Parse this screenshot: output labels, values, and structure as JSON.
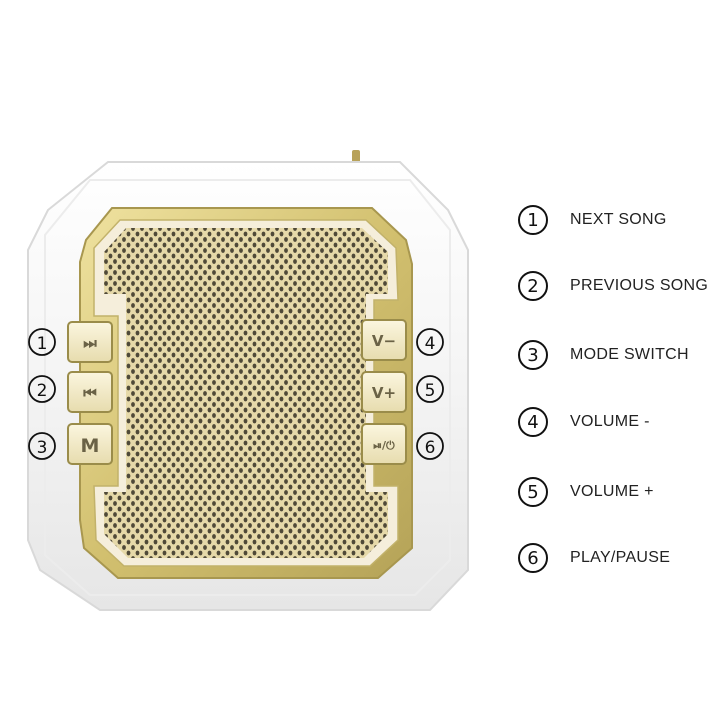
{
  "device": {
    "buttons_left": [
      {
        "number": "1",
        "label": "⏭",
        "icon": "next-track-icon"
      },
      {
        "number": "2",
        "label": "⏮",
        "icon": "previous-track-icon"
      },
      {
        "number": "3",
        "label": "M",
        "icon": "mode-icon"
      }
    ],
    "buttons_right": [
      {
        "number": "4",
        "label": "V−",
        "icon": "volume-down-icon"
      },
      {
        "number": "5",
        "label": "V+",
        "icon": "volume-up-icon"
      },
      {
        "number": "6",
        "label": "⏯/⏻",
        "icon": "play-pause-power-icon"
      }
    ]
  },
  "legend": [
    {
      "number": "1",
      "text": "NEXT SONG"
    },
    {
      "number": "2",
      "text": "PREVIOUS SONG"
    },
    {
      "number": "3",
      "text": "MODE SWITCH"
    },
    {
      "number": "4",
      "text": "VOLUME -"
    },
    {
      "number": "5",
      "text": "VOLUME +"
    },
    {
      "number": "6",
      "text": "PLAY/PAUSE"
    }
  ],
  "colors": {
    "body": "#f7f7f7",
    "gold": "#d8c777",
    "gold_dark": "#a89a55",
    "grille": "#e4d7a8",
    "hole": "#4a4535"
  }
}
